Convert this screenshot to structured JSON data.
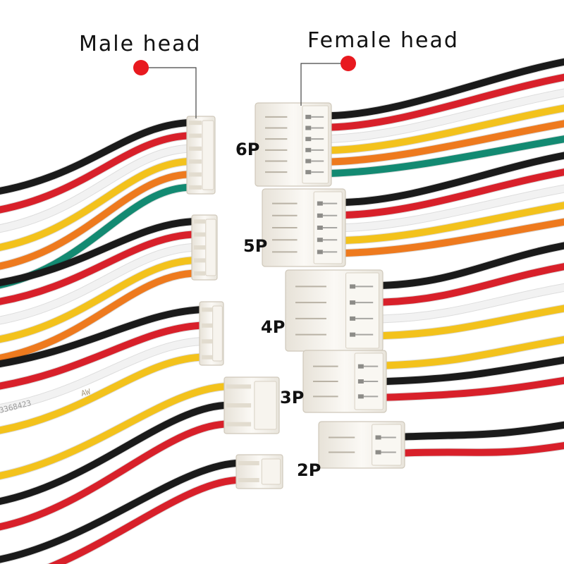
{
  "labels": {
    "male_head": "Male head",
    "female_head": "Female head"
  },
  "connectors": [
    {
      "pins": "6P",
      "wire_colors": [
        "#1a1a1a",
        "#d8202a",
        "#f2f2f2",
        "#f3c21c",
        "#ee7a1e",
        "#138a72"
      ]
    },
    {
      "pins": "5P",
      "wire_colors": [
        "#1a1a1a",
        "#d8202a",
        "#f2f2f2",
        "#f3c21c",
        "#ee7a1e"
      ]
    },
    {
      "pins": "4P",
      "wire_colors": [
        "#1a1a1a",
        "#d8202a",
        "#f2f2f2",
        "#f3c21c"
      ]
    },
    {
      "pins": "3P",
      "wire_colors": [
        "#f3c21c",
        "#1a1a1a",
        "#d8202a"
      ]
    },
    {
      "pins": "2P",
      "wire_colors": [
        "#1a1a1a",
        "#d8202a"
      ]
    }
  ],
  "colors": {
    "marker_dot": "#e8191f",
    "housing": "#f4f1ea",
    "leader_line": "#444444"
  },
  "wire_print": {
    "text_1": "3368423",
    "text_2": "AW"
  }
}
